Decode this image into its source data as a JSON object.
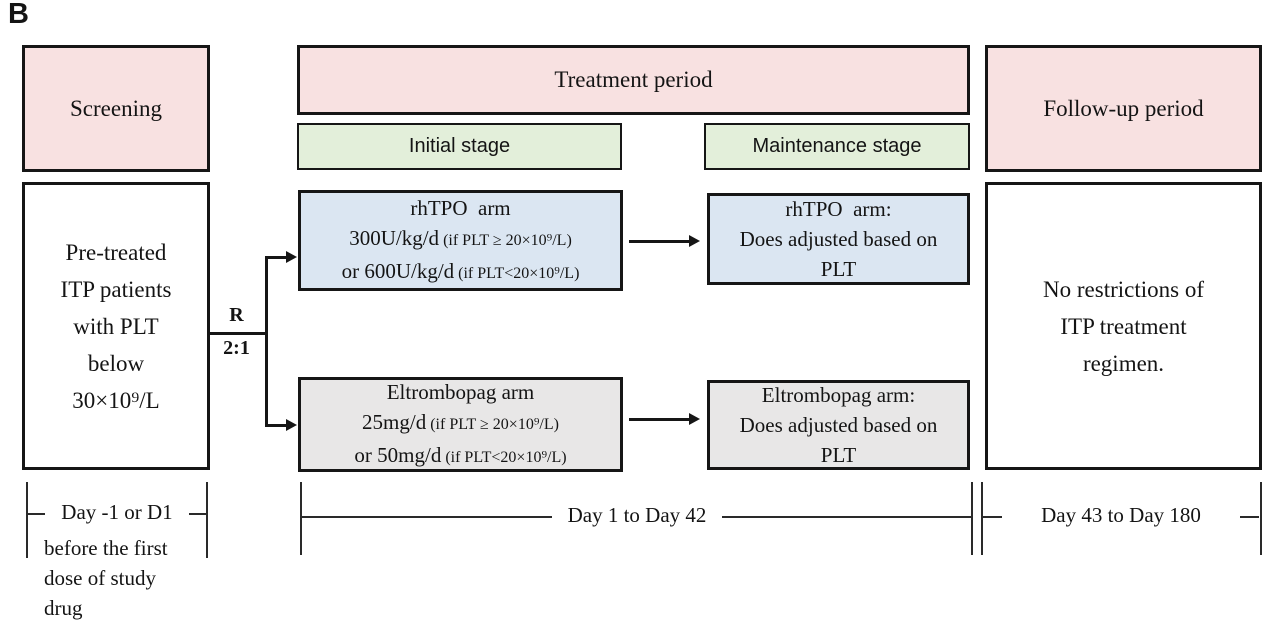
{
  "panel_label": "B",
  "colors": {
    "pink": "#f8e1e1",
    "green": "#e3efda",
    "blue": "#dbe6f2",
    "gray": "#e8e7e7",
    "border": "#161616"
  },
  "screening": {
    "header": "Screening",
    "body_lines": [
      "Pre-treated",
      "ITP patients",
      "with PLT",
      "below",
      "30×10⁹/L"
    ],
    "timeline_label": "Day -1 or D1",
    "timeline_note_lines": [
      "before the first",
      "dose of study",
      "drug"
    ]
  },
  "treatment": {
    "header": "Treatment period",
    "initial_stage_label": "Initial stage",
    "maintenance_stage_label": "Maintenance stage",
    "randomization": {
      "top": "R",
      "bottom": "2:1"
    },
    "rhtpo_initial": {
      "line1": "rhTPO  arm",
      "line2_main": "300U/kg/d",
      "line2_small": "(if PLT ≥ 20×10⁹/L)",
      "line3_main": "or 600U/kg/d",
      "line3_small": "(if PLT<20×10⁹/L)"
    },
    "rhtpo_maintenance": {
      "lines": [
        "rhTPO  arm:",
        "Does adjusted based on",
        "PLT"
      ]
    },
    "eltrombopag_initial": {
      "line1": "Eltrombopag arm",
      "line2_main": "25mg/d",
      "line2_small": "(if PLT ≥ 20×10⁹/L)",
      "line3_main": "or 50mg/d",
      "line3_small": "(if PLT<20×10⁹/L)"
    },
    "eltrombopag_maintenance": {
      "lines": [
        "Eltrombopag arm:",
        "Does adjusted based on",
        "PLT"
      ]
    },
    "timeline_label": "Day 1 to Day 42"
  },
  "followup": {
    "header": "Follow-up period",
    "body_lines": [
      "No restrictions of",
      "ITP treatment",
      "regimen."
    ],
    "timeline_label": "Day 43 to Day 180"
  }
}
